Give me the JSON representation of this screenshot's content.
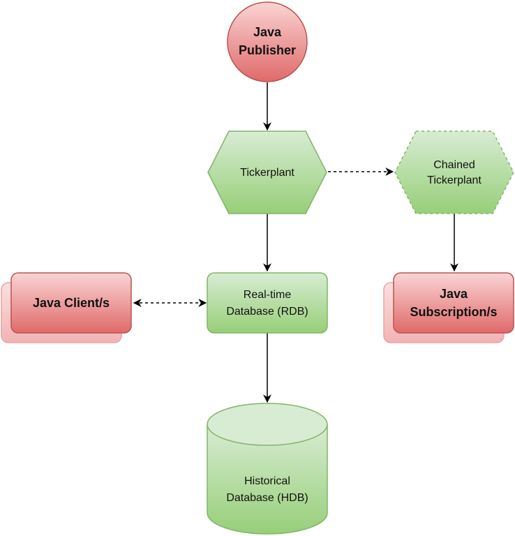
{
  "nodes": {
    "java_publisher": {
      "line1": "Java",
      "line2": "Publisher"
    },
    "tickerplant": {
      "label": "Tickerplant"
    },
    "chained_tickerplant": {
      "line1": "Chained",
      "line2": "Tickerplant"
    },
    "rdb": {
      "line1": "Real-time",
      "line2": "Database (RDB)"
    },
    "java_clients": {
      "label": "Java Client/s"
    },
    "java_subscriptions": {
      "line1": "Java",
      "line2": "Subscription/s"
    },
    "hdb": {
      "line1": "Historical",
      "line2": "Database (HDB)"
    }
  },
  "edges": [
    {
      "from": "java_publisher",
      "to": "tickerplant",
      "style": "solid"
    },
    {
      "from": "tickerplant",
      "to": "chained_tickerplant",
      "style": "dashed"
    },
    {
      "from": "tickerplant",
      "to": "rdb",
      "style": "solid"
    },
    {
      "from": "chained_tickerplant",
      "to": "java_subscriptions",
      "style": "solid"
    },
    {
      "from": "java_clients",
      "to": "rdb",
      "style": "dashed-bidirectional"
    },
    {
      "from": "rdb",
      "to": "hdb",
      "style": "solid"
    }
  ],
  "colors": {
    "red_fill_top": "#f8cfcf",
    "red_fill_bottom": "#e06666",
    "red_stroke": "#b85450",
    "green_fill_top": "#d5e8d4",
    "green_fill_bottom": "#97d077",
    "green_stroke": "#82b366",
    "edge": "#000000"
  }
}
